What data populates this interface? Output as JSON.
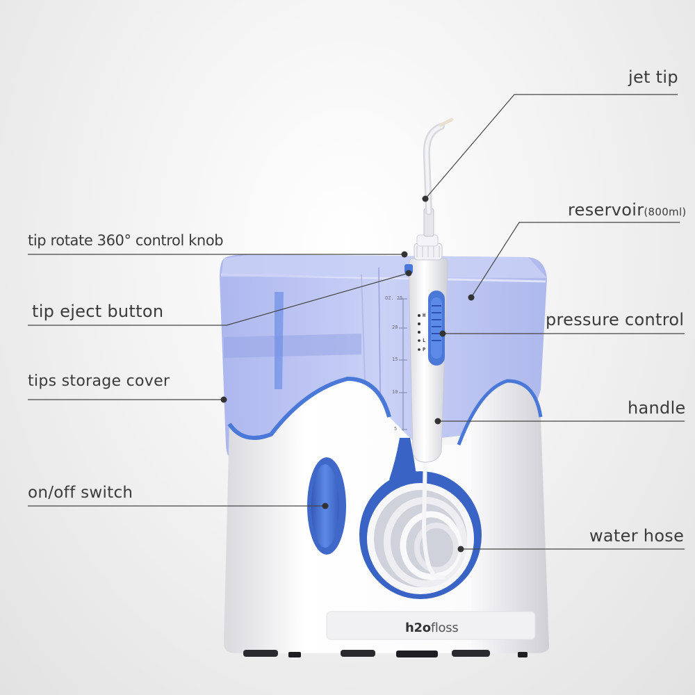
{
  "brand": {
    "logo_bold": "h2o",
    "logo_light": "floss"
  },
  "reservoir": {
    "unit": "OZ.",
    "ticks": [
      "25",
      "20",
      "15",
      "10",
      "5"
    ]
  },
  "handle": {
    "pressure_marks": [
      "H",
      "",
      "",
      "L",
      "P"
    ]
  },
  "callouts": [
    {
      "id": "jet-tip",
      "text": "jet tip",
      "side": "right"
    },
    {
      "id": "reservoir",
      "text": "reservoir",
      "suffix": "(800ml)",
      "side": "right"
    },
    {
      "id": "pressure-control",
      "text": "pressure control",
      "side": "right"
    },
    {
      "id": "handle",
      "text": "handle",
      "side": "right"
    },
    {
      "id": "water-hose",
      "text": "water hose",
      "side": "right"
    },
    {
      "id": "tip-rotate-knob",
      "text": "tip rotate 360° control knob",
      "side": "left"
    },
    {
      "id": "tip-eject-button",
      "text": "tip eject button",
      "side": "left"
    },
    {
      "id": "tips-storage-cover",
      "text": "tips storage cover",
      "side": "left"
    },
    {
      "id": "on-off-switch",
      "text": "on/off switch",
      "side": "left"
    }
  ],
  "colors": {
    "accent_blue": "#4a78d8",
    "reservoir_blue": "#b8c2f2",
    "body_white": "#f6f6f8",
    "leader_line": "#444444"
  }
}
